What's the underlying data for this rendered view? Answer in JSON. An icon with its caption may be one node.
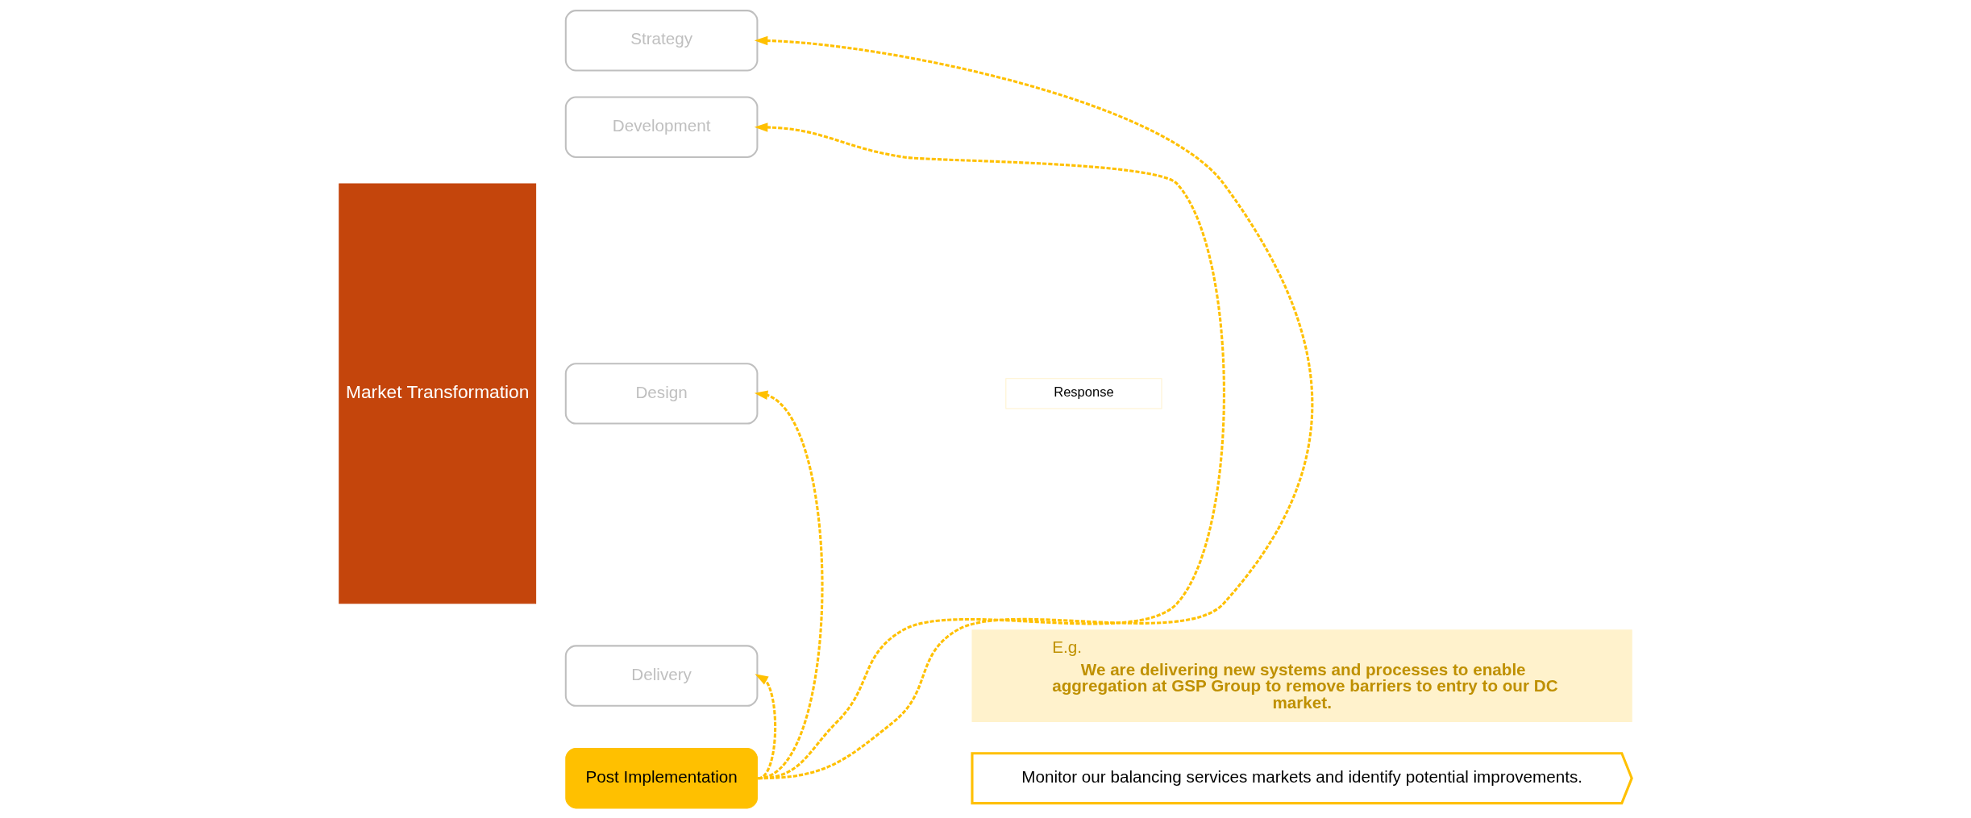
{
  "diagram": {
    "nodes": [
      {
        "text": [
          "Market Transformation"
        ]
      },
      {
        "text": [
          "Strategy"
        ]
      },
      {
        "text": [
          "Development"
        ]
      },
      {
        "text": [
          "Design"
        ]
      },
      {
        "text": [
          "Delivery"
        ]
      },
      {
        "text": [
          "Post Implementation"
        ]
      },
      {
        "text": [
          "Response"
        ]
      },
      {
        "text": [
          "E.g.",
          "We are delivering new systems and processes to enable aggregation at GSP Group to remove barriers to entry to our DC market."
        ]
      },
      {
        "text": [
          "Monitor our balancing services markets and identify potential improvements."
        ]
      }
    ],
    "edges": [
      {
        "from": 5,
        "to": 1,
        "arrow": "to",
        "style": "dashed"
      },
      {
        "from": 5,
        "to": 2,
        "arrow": "to",
        "style": "dashed"
      },
      {
        "from": 5,
        "to": 3,
        "arrow": "to",
        "style": "dashed"
      },
      {
        "from": 5,
        "to": 4,
        "arrow": "to",
        "style": "dashed"
      }
    ]
  }
}
